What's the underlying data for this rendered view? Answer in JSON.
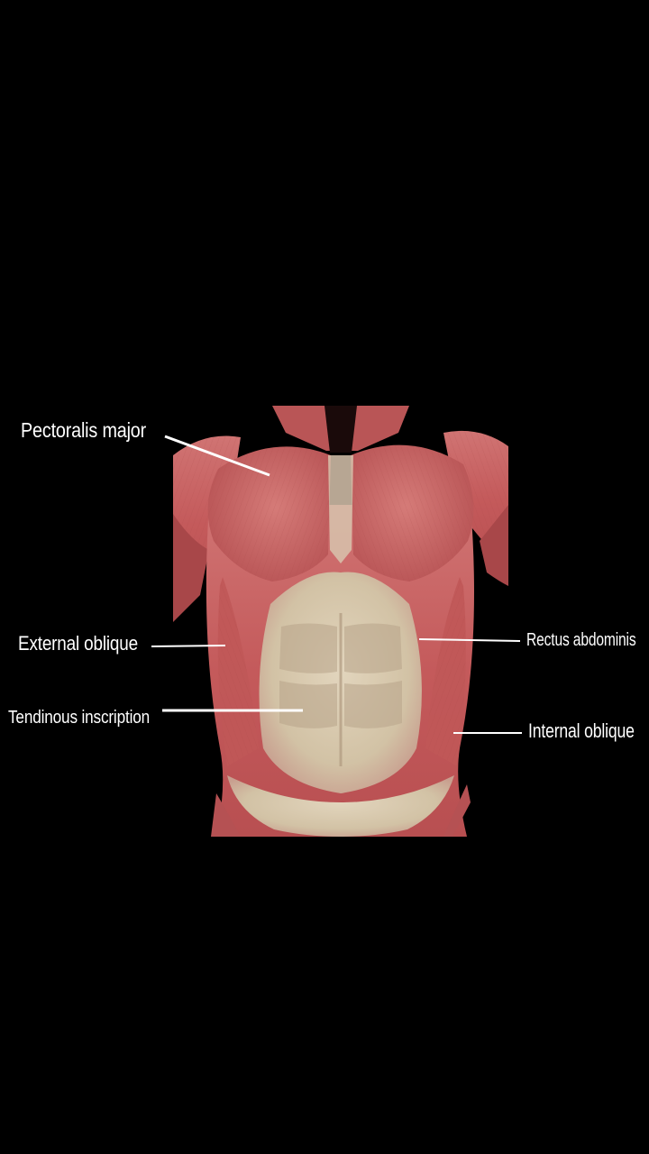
{
  "image": {
    "background_color": "#000000",
    "subject": "anterior torso muscle anatomy render",
    "muscle_color": "#c9605f",
    "tendon_color": "#d8cbb2"
  },
  "labels": {
    "pectoralis_major": "Pectoralis major",
    "external_oblique": "External oblique",
    "tendinous_inscription": "Tendinous inscription",
    "rectus_abdominis": "Rectus abdominis",
    "internal_oblique": "Internal oblique"
  }
}
